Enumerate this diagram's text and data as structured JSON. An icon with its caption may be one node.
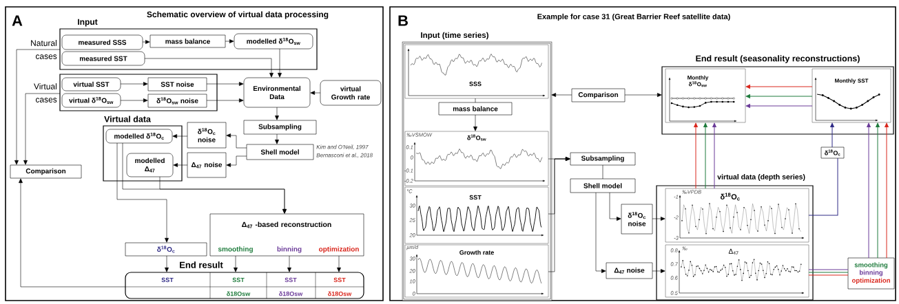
{
  "diagram": {
    "nodes": [
      {
        "text": [
          "A",
          "Schematic overview of virtual data processing"
        ]
      },
      {
        "text": [
          "Input"
        ],
        "beside": [
          "Natural cases"
        ],
        "in": 0
      },
      {
        "text": [
          "measured SSS"
        ],
        "in": 1
      },
      {
        "text": [
          "mass balance"
        ],
        "in": 1
      },
      {
        "text": [
          "modelled δ$^{18}$O$_{sw}$"
        ],
        "in": 1
      },
      {
        "text": [
          "measured SST"
        ],
        "in": 1
      },
      {
        "text": [],
        "shape": "box",
        "beside": [
          "Virtual cases"
        ],
        "in": 0
      },
      {
        "text": [
          "virtual SST"
        ],
        "in": 6
      },
      {
        "text": [
          "SST noise"
        ],
        "in": 6
      },
      {
        "text": [
          "virtual δ$^{18}$O$_{sw}$"
        ],
        "in": 6
      },
      {
        "text": [
          "δ$^{18}$O$_{sw}$ noise"
        ],
        "in": 6
      },
      {
        "text": [
          "Environmental Data"
        ],
        "in": 0
      },
      {
        "text": [
          "virtual Growth rate"
        ],
        "in": 0
      },
      {
        "text": [
          "Subsampling"
        ],
        "in": 0
      },
      {
        "text": [
          "Shell model"
        ],
        "beside": [
          "Kim and O'Neil, 1997",
          "Bernasconi et al., 2018"
        ],
        "in": 0
      },
      {
        "text": [
          "δ$^{18}$O$_{c}$ noise"
        ],
        "in": 0
      },
      {
        "text": [
          "Δ$_{47}$ noise"
        ],
        "in": 0
      },
      {
        "text": [
          "Virtual data"
        ],
        "in": 0
      },
      {
        "text": [
          "modelled δ$^{18}$O$_{c}$"
        ],
        "in": 17
      },
      {
        "text": [
          "modelled Δ$_{47}$"
        ],
        "in": 17
      },
      {
        "text": [
          "Comparison"
        ],
        "in": 0
      },
      {
        "text": [
          "δ$^{18}$O$_{c}$"
        ],
        "in": 0
      },
      {
        "text": [
          "Δ$_{47}$ -based reconstruction",
          "smoothing",
          "binning",
          "optimization"
        ],
        "in": 0
      },
      {
        "text": [
          "End result"
        ],
        "in": 0
      },
      {
        "text": [
          "SST"
        ],
        "in": 23
      },
      {
        "text": [
          "SST",
          "δ18Osw"
        ],
        "in": 23
      },
      {
        "text": [
          "SST",
          "δ18Osw"
        ],
        "in": 23
      },
      {
        "text": [
          "SST",
          "δ18Osw"
        ],
        "in": 23
      },
      {
        "text": [
          "B",
          "Example for case 31 (Great Barrier Reef satellite data)"
        ]
      },
      {
        "text": [
          "Input (time series)"
        ],
        "in": 28
      },
      {
        "text": [
          "SSS"
        ],
        "in": 29
      },
      {
        "text": [
          "mass balance"
        ],
        "in": 29
      },
      {
        "text": [
          "δ$^{18}$O$_{sw}$"
        ],
        "in": 29
      },
      {
        "text": [
          "SST"
        ],
        "in": 29
      },
      {
        "text": [
          "Growth rate"
        ],
        "in": 29
      },
      {
        "text": [
          "Comparison"
        ],
        "in": 28
      },
      {
        "text": [
          "End result (seasonality reconstructions)"
        ],
        "in": 28
      },
      {
        "text": [
          "Monthly δ$^{18}$O$_{sw}$"
        ],
        "in": 36
      },
      {
        "text": [
          "Monthly SST"
        ],
        "in": 36
      },
      {
        "text": [
          "Subsampling"
        ],
        "in": 28
      },
      {
        "text": [
          "Shell model"
        ],
        "in": 28
      },
      {
        "text": [
          "δ$^{18}$O$_{c}$ noise"
        ],
        "in": 28
      },
      {
        "text": [
          "Δ$_{47}$ noise"
        ],
        "in": 28
      },
      {
        "text": [
          "virtual data (depth series)"
        ],
        "in": 28
      },
      {
        "text": [
          "δ$^{18}$O$_{c}$"
        ],
        "in": 43
      },
      {
        "text": [
          "Δ$_{47}$"
        ],
        "in": 43
      },
      {
        "text": [
          "δ$^{18}$O$_{c}$"
        ],
        "in": 28
      },
      {
        "text": [
          "smoothing",
          "binning",
          "optimization"
        ],
        "in": 28
      }
    ],
    "edges": [
      {
        "from": 2,
        "to": 3,
        "arrow": "to"
      },
      {
        "from": 3,
        "to": 4,
        "arrow": "to"
      },
      {
        "from": 4,
        "to": 11,
        "arrow": "to"
      },
      {
        "from": 5,
        "to": 11,
        "arrow": "to"
      },
      {
        "from": 7,
        "to": 8,
        "arrow": "to"
      },
      {
        "from": 9,
        "to": 10,
        "arrow": "to"
      },
      {
        "from": 8,
        "to": 11,
        "arrow": "to"
      },
      {
        "from": 10,
        "to": 11,
        "arrow": "to"
      },
      {
        "from": 12,
        "to": 11,
        "arrow": "to"
      },
      {
        "from": 11,
        "to": 13,
        "arrow": "to"
      },
      {
        "from": 13,
        "to": 14,
        "arrow": "to"
      },
      {
        "from": 14,
        "to": 15,
        "arrow": "to"
      },
      {
        "from": 14,
        "to": 16,
        "arrow": "to"
      },
      {
        "from": 15,
        "to": 18,
        "arrow": "to"
      },
      {
        "from": 16,
        "to": 19,
        "arrow": "to"
      },
      {
        "from": 1,
        "to": 20,
        "arrow": "to"
      },
      {
        "from": 6,
        "to": 20,
        "arrow": "to"
      },
      {
        "from": 18,
        "to": 21,
        "arrow": "to"
      },
      {
        "from": 18,
        "to": 22,
        "arrow": "to"
      },
      {
        "from": 19,
        "to": 22,
        "arrow": "to"
      },
      {
        "from": 21,
        "to": 24,
        "arrow": "to"
      },
      {
        "from": 22,
        "to": 25,
        "arrow": "to"
      },
      {
        "from": 22,
        "to": 26,
        "arrow": "to"
      },
      {
        "from": 22,
        "to": 27,
        "arrow": "to"
      },
      {
        "from": 23,
        "to": 20,
        "arrow": "to"
      },
      {
        "from": 30,
        "to": 31,
        "arrow": "none"
      },
      {
        "from": 31,
        "to": 32,
        "arrow": "to"
      },
      {
        "from": 35,
        "to": 29,
        "arrow": "to"
      },
      {
        "from": 35,
        "to": 36,
        "arrow": "to"
      },
      {
        "from": 32,
        "to": 39,
        "arrow": "to"
      },
      {
        "from": 33,
        "to": 39,
        "arrow": "to"
      },
      {
        "from": 34,
        "to": 39,
        "arrow": "to"
      },
      {
        "from": 39,
        "to": 40,
        "arrow": "none"
      },
      {
        "from": 40,
        "to": 41,
        "arrow": "to"
      },
      {
        "from": 40,
        "to": 42,
        "arrow": "to"
      },
      {
        "from": 41,
        "to": 44,
        "arrow": "to"
      },
      {
        "from": 42,
        "to": 45,
        "arrow": "to"
      },
      {
        "from": 44,
        "to": 46,
        "arrow": "none",
        "color": "#2e2a85"
      },
      {
        "from": 46,
        "to": 38,
        "arrow": "to",
        "color": "#2e2a85"
      },
      {
        "from": 45,
        "to": 47,
        "arrow": "none",
        "color": "#6a3a98"
      },
      {
        "from": 45,
        "to": 47,
        "arrow": "none",
        "color": "#1e7b3c"
      },
      {
        "from": 45,
        "to": 47,
        "arrow": "none",
        "color": "#d9261c"
      },
      {
        "from": 47,
        "to": 38,
        "arrow": "to",
        "color": "#6a3a98"
      },
      {
        "from": 47,
        "to": 38,
        "arrow": "to",
        "color": "#1e7b3c"
      },
      {
        "from": 47,
        "to": 38,
        "arrow": "to",
        "color": "#d9261c"
      },
      {
        "from": 38,
        "to": 37,
        "arrow": "to",
        "color": "#d9261c"
      },
      {
        "from": 38,
        "to": 37,
        "arrow": "to",
        "color": "#1e7b3c"
      },
      {
        "from": 38,
        "to": 37,
        "arrow": "to",
        "color": "#6a3a98"
      },
      {
        "from": 44,
        "to": 37,
        "arrow": "to",
        "color": "#d9261c"
      },
      {
        "from": 44,
        "to": 37,
        "arrow": "to",
        "color": "#1e7b3c"
      },
      {
        "from": 44,
        "to": 37,
        "arrow": "to",
        "color": "#6a3a98"
      }
    ],
    "labels": [
      "‰VSMOW",
      "0.1",
      "0",
      "-0.1",
      "-0.2",
      "°C",
      "30",
      "25",
      "20",
      "µm/d",
      "30",
      "20",
      "10",
      "0",
      "‰VPDB",
      "-1",
      "-2",
      "-3",
      "‰",
      "0.8",
      "0.7",
      "0.6",
      "0.5"
    ]
  }
}
